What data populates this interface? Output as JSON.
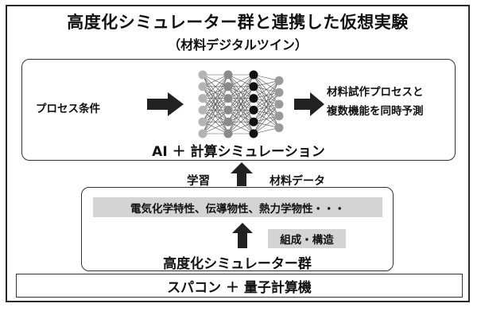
{
  "title": "高度化シミュレーター群と連携した仮想実験",
  "subtitle": "（材料デジタルツイン）",
  "ai_box": {
    "input_label": "プロセス条件",
    "output_lines": [
      "材料試作プロセスと",
      "複数機能を同時予測"
    ],
    "label": "AI ＋ 計算シミュレーション"
  },
  "link": {
    "learn_label": "学習",
    "data_label": "材料データ"
  },
  "sim_box": {
    "properties_label": "電気化学特性、伝導物性、熱力学物性・・・",
    "composition_label": "組成・構造",
    "label": "高度化シミュレーター群"
  },
  "hardware_label": "スパコン ＋ 量子計算機",
  "neural_net": {
    "layers": [
      {
        "nodes": 6,
        "color": "#b4b4b4"
      },
      {
        "nodes": 6,
        "color": "#8a8a8a"
      },
      {
        "nodes": 6,
        "color": "#111111"
      },
      {
        "nodes": 5,
        "color": "#9a9a9a"
      }
    ]
  }
}
